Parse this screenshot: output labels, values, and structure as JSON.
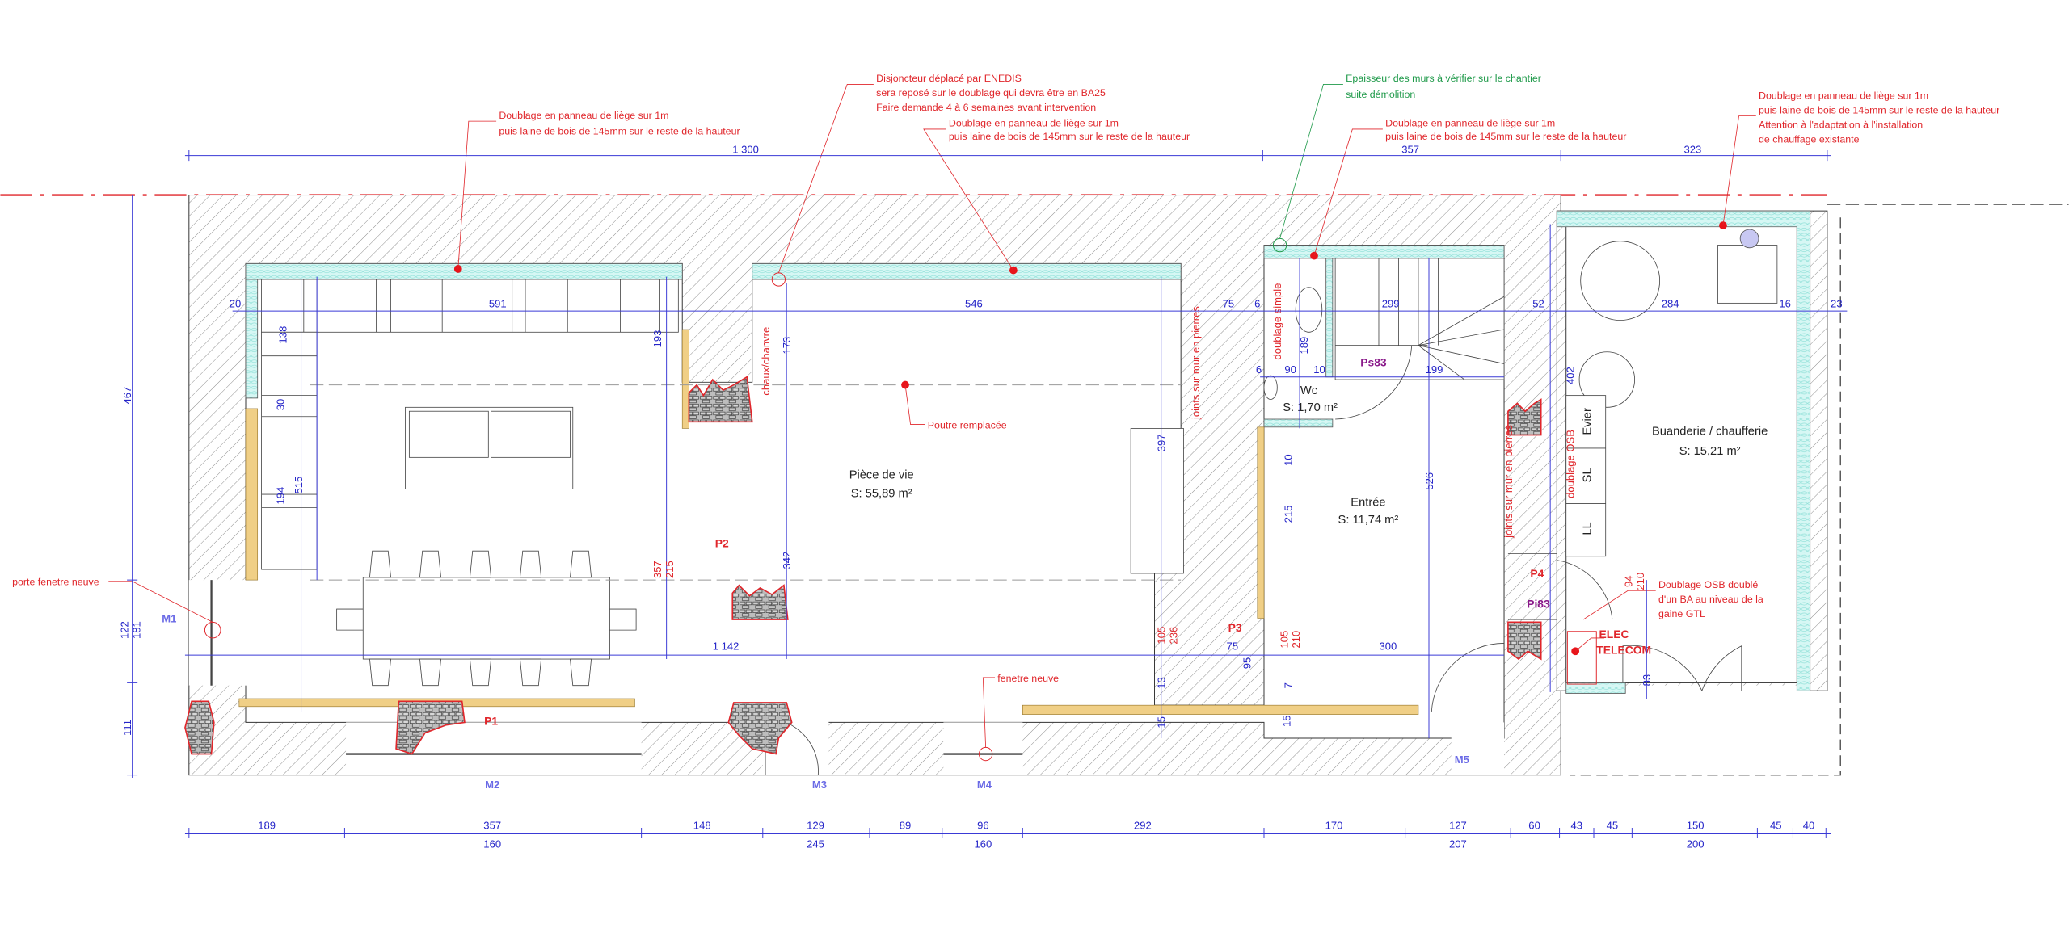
{
  "colors": {
    "annotation": "#e0262b",
    "dimension": "#2424c8",
    "note_green": "#1f9a4a",
    "insulation": "#d6f7f4",
    "wood": "#f0cf86"
  },
  "annotations": [
    {
      "lines": [
        "Doublage en panneau de liège sur 1m",
        "puis laine de bois de 145mm sur le reste de la hauteur"
      ]
    },
    {
      "lines": [
        "Disjoncteur déplacé par ENEDIS",
        "sera reposé sur le doublage qui devra être en BA25",
        "Faire demande 4 à 6 semaines avant intervention"
      ]
    },
    {
      "lines": [
        "Doublage en panneau de liège sur 1m",
        "puis laine de bois de 145mm sur le reste de la hauteur"
      ]
    },
    {
      "lines": [
        "Epaisseur des murs à vérifier sur le chantier",
        "suite démolition"
      ]
    },
    {
      "lines": [
        "Doublage en panneau de liège sur 1m",
        "puis laine de bois de 145mm sur le reste de la hauteur"
      ]
    },
    {
      "lines": [
        "Doublage en panneau de liège sur 1m",
        "puis laine de bois de 145mm sur le reste de la hauteur",
        "Attention à l'adaptation à l'installation",
        "de chauffage existante"
      ]
    },
    {
      "lines": [
        "porte fenetre neuve"
      ]
    },
    {
      "lines": [
        "Poutre remplacée"
      ]
    },
    {
      "lines": [
        "fenetre neuve"
      ]
    },
    {
      "lines": [
        "Doublage OSB doublé",
        "d'un BA au niveau de la",
        "gaine GTL"
      ]
    }
  ],
  "wall_notes": [
    "chaux/chanvre",
    "joints sur mur en pierres",
    "doublage simple",
    "joints sur mur en pierres",
    "doublage OSB"
  ],
  "rooms": [
    {
      "name": "Pièce de vie",
      "area": "S: 55,89 m²"
    },
    {
      "name": "Wc",
      "area": "S: 1,70 m²"
    },
    {
      "name": "Entrée",
      "area": "S: 11,74 m²"
    },
    {
      "name": "Buanderie / chaufferie",
      "area": "S: 15,21 m²"
    }
  ],
  "fixtures": {
    "evier": "Evier",
    "sl": "SL",
    "ll": "LL",
    "elec": "ELEC",
    "telecom": "TELECOM"
  },
  "openings": {
    "doors": [
      "P1",
      "P2",
      "P3",
      "P4"
    ],
    "partitions": [
      "Ps83",
      "Pi83"
    ],
    "marks": [
      "M1",
      "M2",
      "M3",
      "M4",
      "M5"
    ]
  },
  "dimensions": {
    "top": [
      "1 300",
      "357",
      "323"
    ],
    "interior_row": [
      "20",
      "591",
      "546",
      "75",
      "6",
      "299",
      "52",
      "284",
      "16",
      "23"
    ],
    "wc_row": [
      "6",
      "90",
      "10",
      "199"
    ],
    "lower_row": [
      "1 142",
      "75",
      "300"
    ],
    "bottom_top": [
      "189",
      "357",
      "148",
      "129",
      "89",
      "96",
      "292",
      "170",
      "127",
      "60",
      "43",
      "45",
      "150",
      "45",
      "40"
    ],
    "bottom_sub": [
      "160",
      "245",
      "160",
      "207",
      "200"
    ],
    "vertical": [
      "467",
      "122",
      "181",
      "111",
      "138",
      "30",
      "194",
      "515",
      "193",
      "173",
      "342",
      "397",
      "13",
      "15",
      "95",
      "7",
      "15",
      "189",
      "10",
      "215",
      "526",
      "402",
      "83"
    ],
    "vertical_red": [
      "357",
      "215",
      "105",
      "236",
      "105",
      "210",
      "94",
      "210"
    ]
  }
}
